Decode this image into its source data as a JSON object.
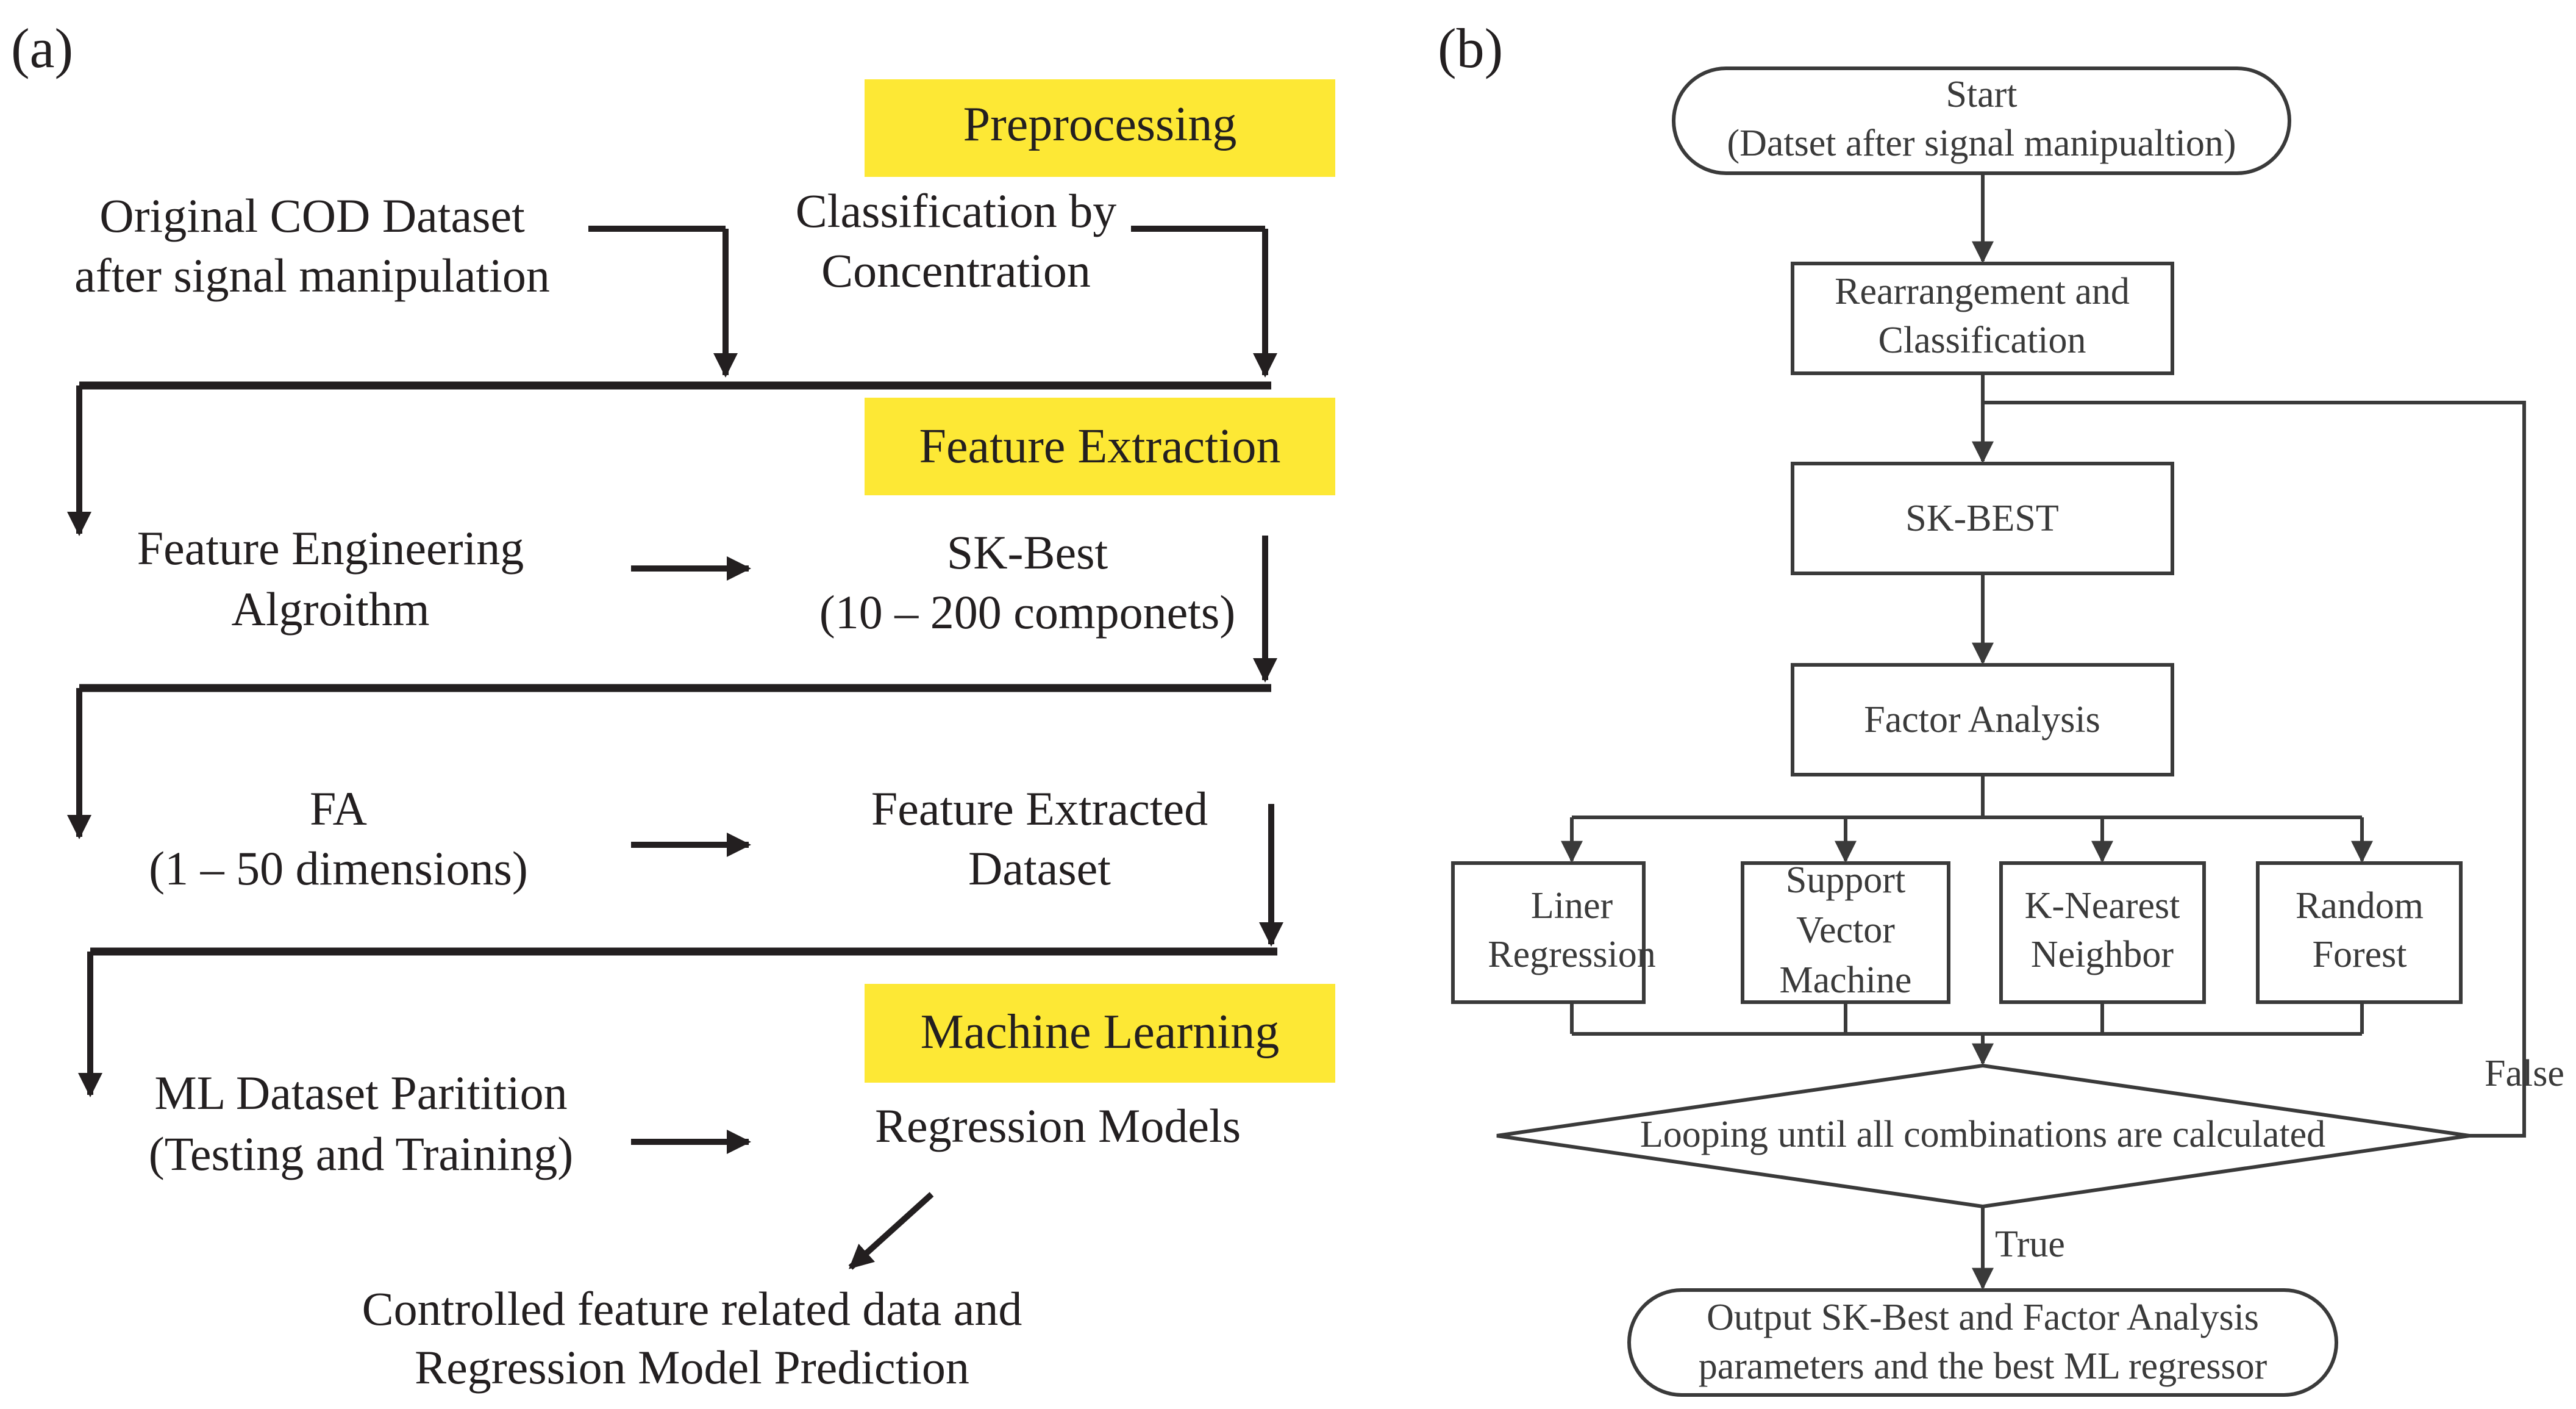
{
  "panel_a": {
    "label": "(a)",
    "preprocessing": "Preprocessing",
    "original_l1": "Original COD Dataset",
    "original_l2": "after signal manipulation",
    "classif_l1": "Classification by",
    "classif_l2": "Concentration",
    "feature_extraction": "Feature Extraction",
    "fe_l1": "Feature Engineering",
    "fe_l2": "Algroithm",
    "skbest_l1": "SK-Best",
    "skbest_l2": "(10 – 200 componets)",
    "fa_l1": "FA",
    "fa_l2": "(1 – 50 dimensions)",
    "fed_l1": "Feature Extracted",
    "fed_l2": "Dataset",
    "machine_learning": "Machine Learning",
    "ml_l1": "ML Dataset Paritition",
    "ml_l2": "(Testing and Training)",
    "regression": "Regression Models",
    "controlled_l1": "Controlled feature related data and",
    "controlled_l2": "Regression Model Prediction",
    "highlight_color": "#fde835"
  },
  "panel_b": {
    "label": "(b)",
    "start_l1": "Start",
    "start_l2": "(Datset after signal manipualtion)",
    "rearr_l1": "Rearrangement and",
    "rearr_l2": "Classification",
    "skbest": "SK-BEST",
    "factor": "Factor Analysis",
    "liner_l1": "Liner",
    "liner_l2": "Regression",
    "svm_l1": "Support",
    "svm_l2": "Vector",
    "svm_l3": "Machine",
    "knn_l1": "K-Nearest",
    "knn_l2": "Neighbor",
    "rf_l1": "Random",
    "rf_l2": "Forest",
    "loop": "Looping until all combinations are calculated",
    "false_label": "False",
    "true_label": "True",
    "output_l1": "Output SK-Best and Factor Analysis",
    "output_l2": "parameters and the best ML regressor"
  }
}
